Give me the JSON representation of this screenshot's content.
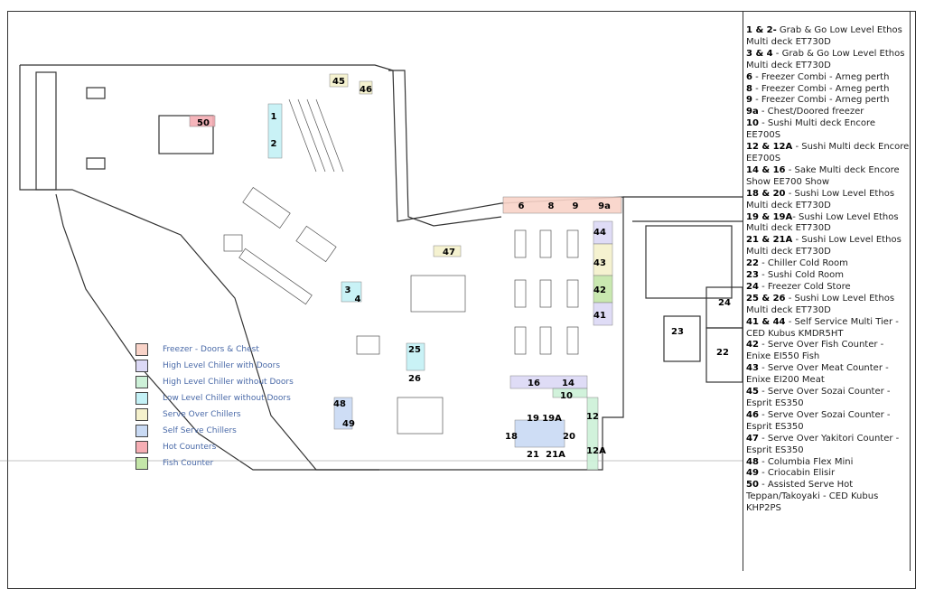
{
  "key": [
    {
      "id": "1 & 2-",
      "desc": " Grab & Go Low Level Ethos Multi deck ET730D"
    },
    {
      "id": "3 & 4",
      "desc": " - Grab & Go Low Level Ethos Multi deck ET730D"
    },
    {
      "id": "6",
      "desc": " - Freezer Combi - Arneg perth"
    },
    {
      "id": "8",
      "desc": " - Freezer Combi - Arneg perth"
    },
    {
      "id": "9",
      "desc": " - Freezer Combi - Arneg perth"
    },
    {
      "id": "9a",
      "desc": " - Chest/Doored freezer"
    },
    {
      "id": "10",
      "desc": " - Sushi Multi deck Encore EE700S"
    },
    {
      "id": "12 & 12A",
      "desc": " - Sushi Multi deck Encore EE700S"
    },
    {
      "id": "14 & 16",
      "desc": " - Sake Multi deck Encore Show EE700 Show"
    },
    {
      "id": "18 & 20",
      "desc": " - Sushi Low Level Ethos Multi deck ET730D"
    },
    {
      "id": "19 & 19A",
      "desc": "- Sushi Low Level Ethos Multi deck ET730D"
    },
    {
      "id": "21 & 21A",
      "desc": " - Sushi Low Level Ethos Multi deck ET730D"
    },
    {
      "id": "22",
      "desc": " - Chiller Cold Room"
    },
    {
      "id": "23",
      "desc": " - Sushi Cold Room"
    },
    {
      "id": "24",
      "desc": " - Freezer Cold Store"
    },
    {
      "id": "25 & 26",
      "desc": " - Sushi Low Level Ethos Multi deck ET730D"
    },
    {
      "id": "41 & 44",
      "desc": " - Self Service Multi Tier - CED Kubus KMDR5HT"
    },
    {
      "id": "42",
      "desc": " - Serve Over Fish Counter - Enixe EI550 Fish"
    },
    {
      "id": "43",
      "desc": " - Serve Over Meat Counter - Enixe EI200 Meat"
    },
    {
      "id": "45",
      "desc": " - Serve Over Sozai Counter - Esprit ES350"
    },
    {
      "id": "46",
      "desc": " - Serve Over Sozai Counter - Esprit ES350"
    },
    {
      "id": "47",
      "desc": " - Serve Over Yakitori Counter - Esprit ES350"
    },
    {
      "id": "48",
      "desc": " -  Columbia Flex Mini"
    },
    {
      "id": "49",
      "desc": " - Criocabin Elisir"
    },
    {
      "id": "50",
      "desc": " - Assisted Serve Hot Teppan/Takoyaki - CED Kubus KHP2PS"
    }
  ],
  "legend": [
    {
      "label": "Freezer - Doors & Chest",
      "color": "#f9d3c8"
    },
    {
      "label": "High Level Chiller with Doors",
      "color": "#dcd9f6"
    },
    {
      "label": "High Level Chiller without Doors",
      "color": "#cdf1d8"
    },
    {
      "label": "Low Level Chiller without Doors",
      "color": "#c4f1f6"
    },
    {
      "label": "Serve Over Chillers",
      "color": "#f5f1cc"
    },
    {
      "label": "Self Serve Chillers",
      "color": "#c9daf4"
    },
    {
      "label": "Hot Counters",
      "color": "#f6aeb4"
    },
    {
      "label": "Fish Counter",
      "color": "#c4e6a8"
    }
  ],
  "plan_labels": [
    "1",
    "2",
    "3",
    "4",
    "6",
    "8",
    "9",
    "9a",
    "10",
    "12",
    "12A",
    "14",
    "16",
    "18",
    "19",
    "19A",
    "20",
    "21",
    "21A",
    "22",
    "23",
    "24",
    "25",
    "26",
    "41",
    "42",
    "43",
    "44",
    "45",
    "46",
    "47",
    "48",
    "49",
    "50"
  ]
}
